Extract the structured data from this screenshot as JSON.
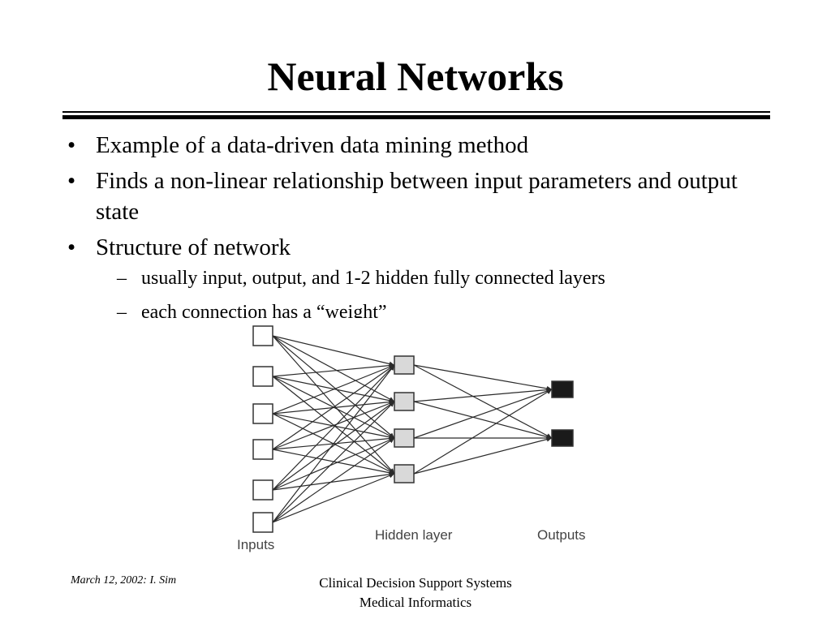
{
  "slide": {
    "title": "Neural Networks"
  },
  "bullets": [
    {
      "mark": "•",
      "text": "Example of a data-driven data mining method"
    },
    {
      "mark": "•",
      "text": "Finds a non-linear relationship between input parameters and output state"
    },
    {
      "mark": "•",
      "text": "Structure of network",
      "sub": [
        {
          "mark": "–",
          "text": "usually input, output, and 1-2 hidden fully connected layers"
        },
        {
          "mark": "–",
          "text": "each connection has a “weight”"
        }
      ]
    }
  ],
  "diagram": {
    "labels": {
      "inputs": "Inputs",
      "hidden": "Hidden layer",
      "outputs": "Outputs"
    },
    "input_count": 6,
    "hidden_count": 4,
    "output_count": 2,
    "colors": {
      "input_fill": "#ffffff",
      "hidden_fill": "#d9d9d9",
      "output_fill": "#1a1a1a",
      "line": "#2a2a2a"
    }
  },
  "footer": {
    "date_author": "March 12,  2002: I. Sim",
    "course_line1": "Clinical Decision Support Systems",
    "course_line2": "Medical Informatics"
  }
}
